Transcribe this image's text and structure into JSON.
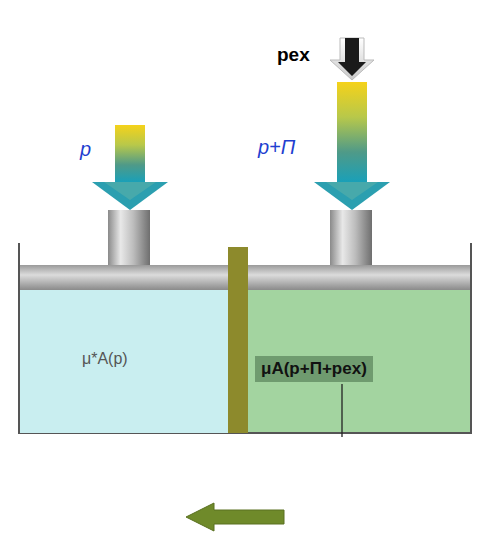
{
  "diagram": {
    "nodes": [
      {
        "text": [
          "μ*A(p)"
        ]
      },
      {
        "text": [
          "μA(p+Π+pex)"
        ]
      }
    ],
    "labels": [
      "p",
      "p+Π",
      "pex"
    ]
  }
}
